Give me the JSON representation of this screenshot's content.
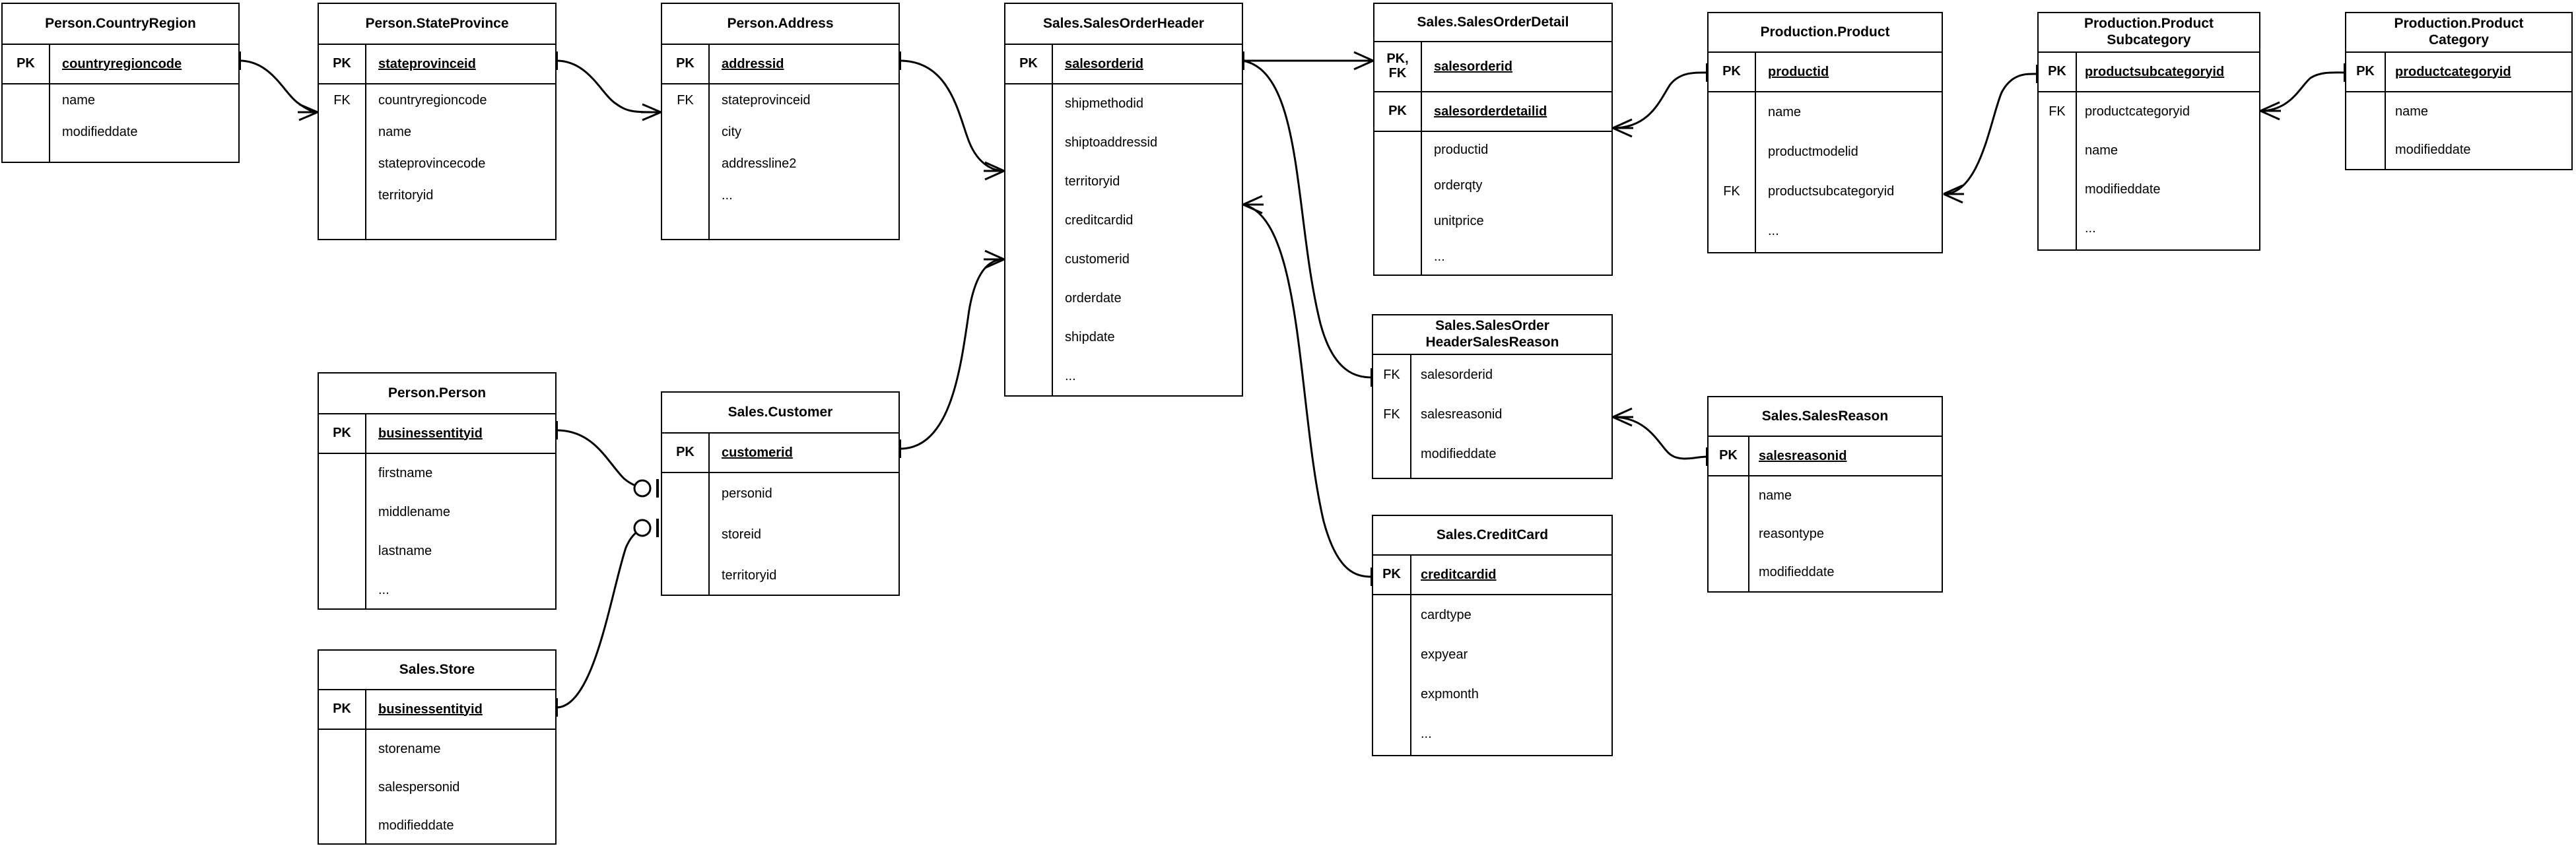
{
  "diagram": {
    "type": "entity-relationship-diagram",
    "notation": "crow's-foot",
    "background": "#ffffff",
    "line_color": "#000000"
  },
  "entities": [
    {
      "id": "person-countryregion",
      "title": "Person.CountryRegion",
      "keys": [
        {
          "tag": "PK",
          "name": "countryregioncode"
        }
      ],
      "attributes": [
        {
          "tag": "",
          "name": "name"
        },
        {
          "tag": "",
          "name": "modifieddate"
        }
      ]
    },
    {
      "id": "person-stateprovince",
      "title": "Person.StateProvince",
      "keys": [
        {
          "tag": "PK",
          "name": "stateprovinceid"
        }
      ],
      "attributes": [
        {
          "tag": "FK",
          "name": "countryregioncode"
        },
        {
          "tag": "",
          "name": "name"
        },
        {
          "tag": "",
          "name": "stateprovincecode"
        },
        {
          "tag": "",
          "name": "territoryid"
        }
      ]
    },
    {
      "id": "person-address",
      "title": "Person.Address",
      "keys": [
        {
          "tag": "PK",
          "name": "addressid"
        }
      ],
      "attributes": [
        {
          "tag": "FK",
          "name": "stateprovinceid"
        },
        {
          "tag": "",
          "name": "city"
        },
        {
          "tag": "",
          "name": "addressline2"
        },
        {
          "tag": "",
          "name": "..."
        }
      ]
    },
    {
      "id": "sales-salesorderheader",
      "title": "Sales.SalesOrderHeader",
      "keys": [
        {
          "tag": "PK",
          "name": "salesorderid"
        }
      ],
      "attributes": [
        {
          "tag": "",
          "name": "shipmethodid"
        },
        {
          "tag": "",
          "name": "shiptoaddressid"
        },
        {
          "tag": "",
          "name": "territoryid"
        },
        {
          "tag": "",
          "name": "creditcardid"
        },
        {
          "tag": "",
          "name": "customerid"
        },
        {
          "tag": "",
          "name": "orderdate"
        },
        {
          "tag": "",
          "name": "shipdate"
        },
        {
          "tag": "",
          "name": "..."
        }
      ]
    },
    {
      "id": "sales-salesorderdetail",
      "title": "Sales.SalesOrderDetail",
      "keys": [
        {
          "tag": "PK,\nFK",
          "name": "salesorderid"
        },
        {
          "tag": "PK",
          "name": "salesorderdetailid"
        }
      ],
      "attributes": [
        {
          "tag": "",
          "name": "productid"
        },
        {
          "tag": "",
          "name": "orderqty"
        },
        {
          "tag": "",
          "name": "unitprice"
        },
        {
          "tag": "",
          "name": "..."
        }
      ]
    },
    {
      "id": "production-product",
      "title": "Production.Product",
      "keys": [
        {
          "tag": "PK",
          "name": "productid"
        }
      ],
      "attributes": [
        {
          "tag": "",
          "name": "name"
        },
        {
          "tag": "",
          "name": "productmodelid"
        },
        {
          "tag": "FK",
          "name": "productsubcategoryid"
        },
        {
          "tag": "",
          "name": "..."
        }
      ]
    },
    {
      "id": "production-productsubcategory",
      "title": "Production.Product\nSubcategory",
      "keys": [
        {
          "tag": "PK",
          "name": "productsubcategoryid"
        }
      ],
      "attributes": [
        {
          "tag": "FK",
          "name": "productcategoryid"
        },
        {
          "tag": "",
          "name": "name"
        },
        {
          "tag": "",
          "name": "modifieddate"
        },
        {
          "tag": "",
          "name": "..."
        }
      ]
    },
    {
      "id": "production-productcategory",
      "title": "Production.Product\nCategory",
      "keys": [
        {
          "tag": "PK",
          "name": "productcategoryid"
        }
      ],
      "attributes": [
        {
          "tag": "",
          "name": "name"
        },
        {
          "tag": "",
          "name": "modifieddate"
        }
      ]
    },
    {
      "id": "person-person",
      "title": "Person.Person",
      "keys": [
        {
          "tag": "PK",
          "name": "businessentityid"
        }
      ],
      "attributes": [
        {
          "tag": "",
          "name": "firstname"
        },
        {
          "tag": "",
          "name": "middlename"
        },
        {
          "tag": "",
          "name": "lastname"
        },
        {
          "tag": "",
          "name": "..."
        }
      ]
    },
    {
      "id": "sales-customer",
      "title": "Sales.Customer",
      "keys": [
        {
          "tag": "PK",
          "name": "customerid"
        }
      ],
      "attributes": [
        {
          "tag": "",
          "name": "personid"
        },
        {
          "tag": "",
          "name": "storeid"
        },
        {
          "tag": "",
          "name": "territoryid"
        }
      ]
    },
    {
      "id": "sales-store",
      "title": "Sales.Store",
      "keys": [
        {
          "tag": "PK",
          "name": "businessentityid"
        }
      ],
      "attributes": [
        {
          "tag": "",
          "name": "storename"
        },
        {
          "tag": "",
          "name": "salespersonid"
        },
        {
          "tag": "",
          "name": "modifieddate"
        }
      ]
    },
    {
      "id": "sales-salesorderheadersalesreason",
      "title": "Sales.SalesOrder\nHeaderSalesReason",
      "keys": [],
      "attributes": [
        {
          "tag": "FK",
          "name": "salesorderid"
        },
        {
          "tag": "FK",
          "name": "salesreasonid"
        },
        {
          "tag": "",
          "name": "modifieddate"
        }
      ]
    },
    {
      "id": "sales-salesreason",
      "title": "Sales.SalesReason",
      "keys": [
        {
          "tag": "PK",
          "name": "salesreasonid"
        }
      ],
      "attributes": [
        {
          "tag": "",
          "name": "name"
        },
        {
          "tag": "",
          "name": "reasontype"
        },
        {
          "tag": "",
          "name": "modifieddate"
        }
      ]
    },
    {
      "id": "sales-creditcard",
      "title": "Sales.CreditCard",
      "keys": [
        {
          "tag": "PK",
          "name": "creditcardid"
        }
      ],
      "attributes": [
        {
          "tag": "",
          "name": "cardtype"
        },
        {
          "tag": "",
          "name": "expyear"
        },
        {
          "tag": "",
          "name": "expmonth"
        },
        {
          "tag": "",
          "name": "..."
        }
      ]
    }
  ],
  "relationships": [
    {
      "from": "person-countryregion.countryregioncode",
      "to": "person-stateprovince.countryregioncode",
      "from_card": "one",
      "to_card": "many"
    },
    {
      "from": "person-stateprovince.stateprovinceid",
      "to": "person-address.stateprovinceid",
      "from_card": "one",
      "to_card": "many"
    },
    {
      "from": "person-address.addressid",
      "to": "sales-salesorderheader.shiptoaddressid",
      "from_card": "one",
      "to_card": "many"
    },
    {
      "from": "sales-salesorderheader.salesorderid",
      "to": "sales-salesorderdetail.salesorderid",
      "from_card": "one",
      "to_card": "many"
    },
    {
      "from": "sales-salesorderdetail.productid",
      "to": "production-product.productid",
      "from_card": "many",
      "to_card": "one"
    },
    {
      "from": "production-product.productsubcategoryid",
      "to": "production-productsubcategory.productsubcategoryid",
      "from_card": "many",
      "to_card": "one"
    },
    {
      "from": "production-productsubcategory.productcategoryid",
      "to": "production-productcategory.productcategoryid",
      "from_card": "many",
      "to_card": "one"
    },
    {
      "from": "person-person.businessentityid",
      "to": "sales-customer.personid",
      "from_card": "one",
      "to_card": "zero-or-one"
    },
    {
      "from": "sales-store.businessentityid",
      "to": "sales-customer.storeid",
      "from_card": "one",
      "to_card": "zero-or-one"
    },
    {
      "from": "sales-customer.customerid",
      "to": "sales-salesorderheader.customerid",
      "from_card": "one",
      "to_card": "many"
    },
    {
      "from": "sales-salesorderheader.salesorderid",
      "to": "sales-salesorderheadersalesreason.salesorderid",
      "from_card": "one",
      "to_card": "one"
    },
    {
      "from": "sales-salesorderheadersalesreason.salesreasonid",
      "to": "sales-salesreason.salesreasonid",
      "from_card": "many",
      "to_card": "one"
    },
    {
      "from": "sales-salesorderheader.creditcardid",
      "to": "sales-creditcard.creditcardid",
      "from_card": "many",
      "to_card": "one"
    }
  ]
}
